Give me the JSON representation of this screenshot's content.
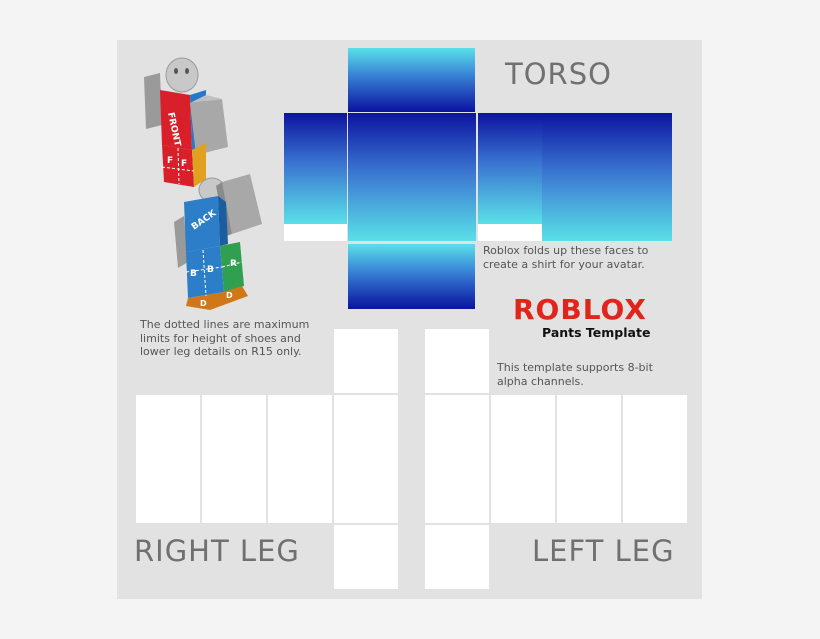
{
  "labels": {
    "torso": "TORSO",
    "right_leg": "RIGHT LEG",
    "left_leg": "LEFT LEG"
  },
  "notes": {
    "folds": "Roblox folds up these faces to create a shirt for your avatar.",
    "dotted": "The dotted lines are maximum limits for height of shoes and lower leg details on R15 only.",
    "alpha": "This template supports 8-bit alpha channels."
  },
  "logo": {
    "wordmark": "ROBLOX",
    "subtitle": "Pants Template",
    "color": "#e1251b"
  },
  "avatar_front": {
    "chest": "FRONT",
    "legs": [
      "F",
      "F"
    ]
  },
  "avatar_back": {
    "chest": "BACK",
    "legs": [
      "B",
      "B",
      "R"
    ],
    "feet": [
      "D",
      "D"
    ]
  },
  "colors": {
    "sheet": "#e2e2e2",
    "gradient_dark": "#0c14a0",
    "gradient_light": "#5ae0e8"
  }
}
